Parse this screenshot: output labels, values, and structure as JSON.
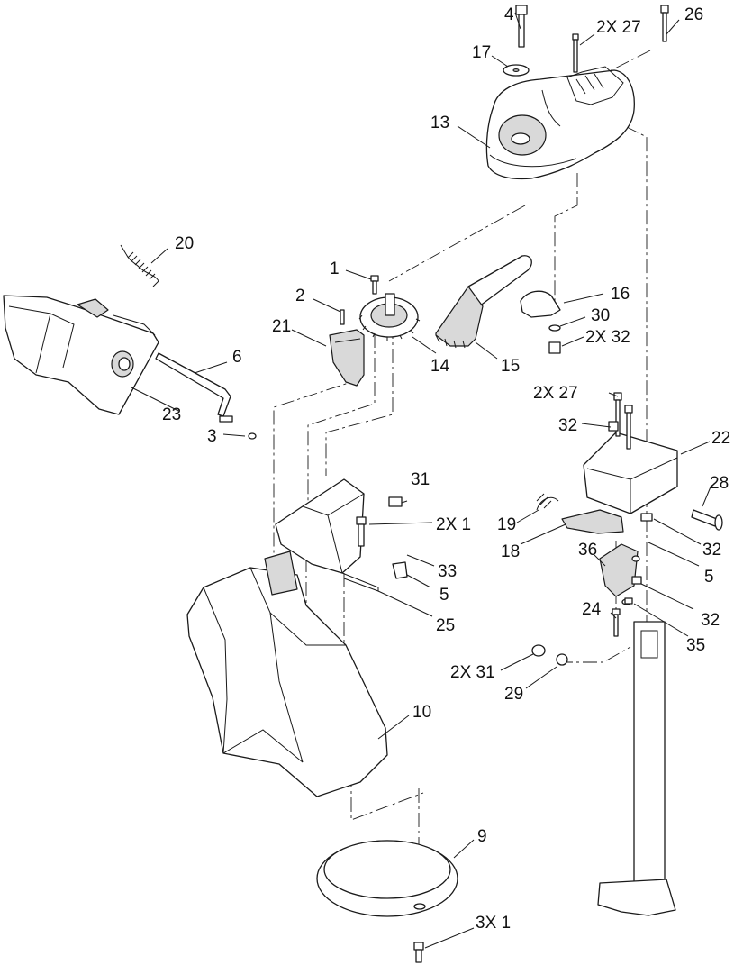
{
  "callouts": [
    {
      "id": "c1",
      "text": "1"
    },
    {
      "id": "c2",
      "text": "2"
    },
    {
      "id": "c2x1",
      "text": "2X 1"
    },
    {
      "id": "c2x27a",
      "text": "2X 27"
    },
    {
      "id": "c2x27b",
      "text": "2X 27"
    },
    {
      "id": "c2x31",
      "text": "2X 31"
    },
    {
      "id": "c2x32",
      "text": "2X 32"
    },
    {
      "id": "c3",
      "text": "3"
    },
    {
      "id": "c3x1",
      "text": "3X 1"
    },
    {
      "id": "c4",
      "text": "4"
    },
    {
      "id": "c5a",
      "text": "5"
    },
    {
      "id": "c5b",
      "text": "5"
    },
    {
      "id": "c6",
      "text": "6"
    },
    {
      "id": "c9",
      "text": "9"
    },
    {
      "id": "c10",
      "text": "10"
    },
    {
      "id": "c13",
      "text": "13"
    },
    {
      "id": "c14",
      "text": "14"
    },
    {
      "id": "c15",
      "text": "15"
    },
    {
      "id": "c16",
      "text": "16"
    },
    {
      "id": "c17",
      "text": "17"
    },
    {
      "id": "c18",
      "text": "18"
    },
    {
      "id": "c19",
      "text": "19"
    },
    {
      "id": "c20",
      "text": "20"
    },
    {
      "id": "c21",
      "text": "21"
    },
    {
      "id": "c22",
      "text": "22"
    },
    {
      "id": "c23",
      "text": "23"
    },
    {
      "id": "c24",
      "text": "24"
    },
    {
      "id": "c25",
      "text": "25"
    },
    {
      "id": "c26",
      "text": "26"
    },
    {
      "id": "c28",
      "text": "28"
    },
    {
      "id": "c29",
      "text": "29"
    },
    {
      "id": "c30",
      "text": "30"
    },
    {
      "id": "c31",
      "text": "31"
    },
    {
      "id": "c32a",
      "text": "32"
    },
    {
      "id": "c32b",
      "text": "32"
    },
    {
      "id": "c32c",
      "text": "32"
    },
    {
      "id": "c33",
      "text": "33"
    },
    {
      "id": "c35",
      "text": "35"
    },
    {
      "id": "c36",
      "text": "36"
    }
  ]
}
